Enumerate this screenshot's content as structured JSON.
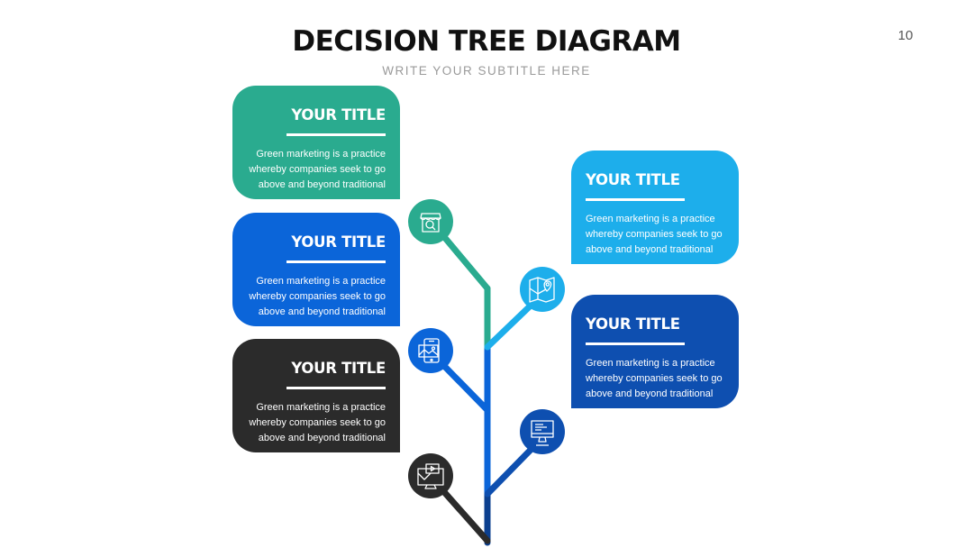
{
  "slide": {
    "title": "DECISION TREE DIAGRAM",
    "subtitle": "WRITE YOUR SUBTITLE HERE",
    "page_number": "10"
  },
  "cards": [
    {
      "title": "YOUR TITLE",
      "text": "Green marketing is a practice whereby companies seek to go above and beyond traditional",
      "color": "#2aab8f",
      "icon": "store-search-icon"
    },
    {
      "title": "YOUR TITLE",
      "text": "Green marketing is a practice whereby companies seek to go above and beyond traditional",
      "color": "#0b65d9",
      "icon": "mobile-image-icon"
    },
    {
      "title": "YOUR TITLE",
      "text": "Green marketing is a practice whereby companies seek to go above and beyond traditional",
      "color": "#2b2b2b",
      "icon": "video-monitor-icon"
    },
    {
      "title": "YOUR TITLE",
      "text": "Green marketing is a practice whereby companies seek to go above and beyond traditional",
      "color": "#1daeeb",
      "icon": "map-location-icon"
    },
    {
      "title": "YOUR TITLE",
      "text": "Green marketing is a practice whereby companies seek to go above and beyond traditional",
      "color": "#0e4fb0",
      "icon": "desktop-monitor-icon"
    }
  ]
}
